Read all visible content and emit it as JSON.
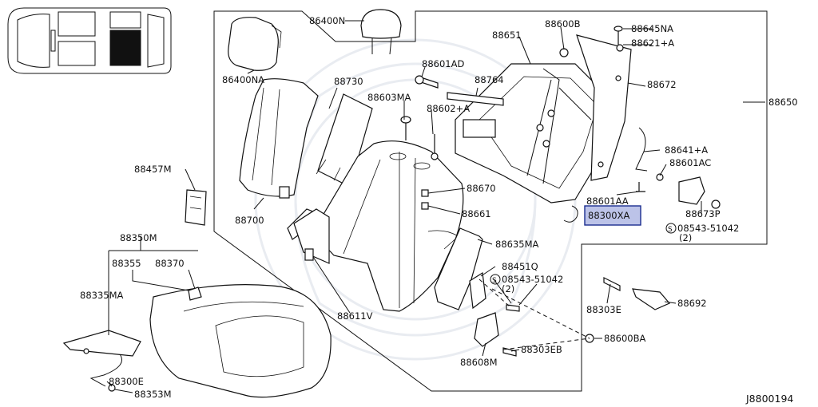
{
  "diagram_id": "J8800194",
  "highlight_color": "#bcc3e8",
  "labels": {
    "p86400N": "86400N",
    "p88600B": "88600B",
    "p88645NA": "88645NA",
    "p88651": "88651",
    "p88621A": "88621+A",
    "p86400NA": "86400NA",
    "p88601AD": "88601AD",
    "p88730": "88730",
    "p88764": "88764",
    "p88672": "88672",
    "p88650": "88650",
    "p88603MA": "88603MA",
    "p88602A": "88602+A",
    "p88641A": "88641+A",
    "p88601AC": "88601AC",
    "p88457M": "88457M",
    "p88670": "88670",
    "p88601AA": "88601AA",
    "p88300XA": "88300XA",
    "p88700": "88700",
    "p88661": "88661",
    "p88673P": "88673P",
    "p08543a": "08543-51042",
    "p08543a_qty": "(2)",
    "p88350M": "88350M",
    "p88635MA": "88635MA",
    "p88355": "88355",
    "p88370": "88370",
    "p88451Q": "88451Q",
    "p08543b": "08543-51042",
    "p08543b_qty": "(2)",
    "p88335MA": "88335MA",
    "p88303E": "88303E",
    "p88692": "88692",
    "p88611V": "88611V",
    "p88600BA": "88600BA",
    "p88303EB": "88303EB",
    "p88608M": "88608M",
    "p88300E": "88300E",
    "p88353M": "88353M"
  }
}
